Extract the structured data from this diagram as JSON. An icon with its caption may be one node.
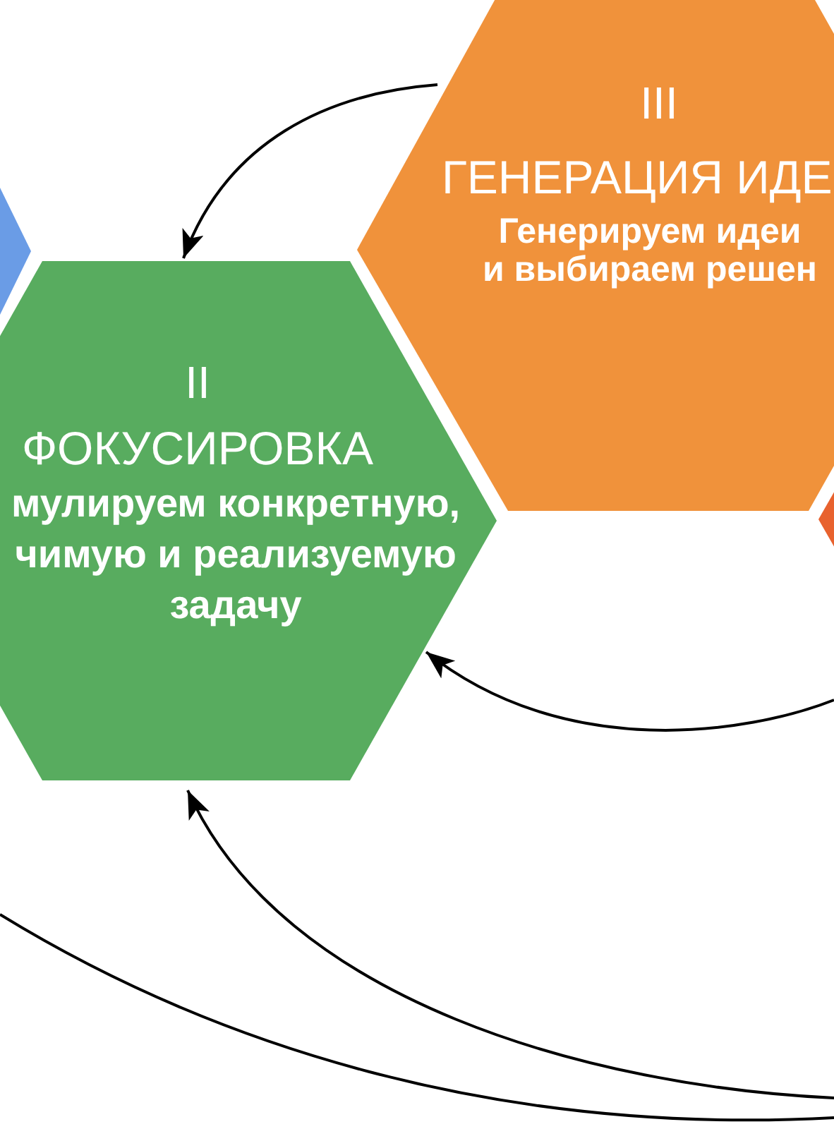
{
  "diagram": {
    "nodes": [
      {
        "text": [
          "III",
          "ГЕНЕРАЦИЯ ИДЕ",
          "Генерируем идеи и выбираем решен"
        ]
      },
      {
        "text": [],
        "shape": "hexagon"
      },
      {
        "text": [
          "II",
          "ФОКУСИРОВКА",
          "мулируем конкретную, чимую и реализуемую задачу"
        ]
      },
      {
        "text": [],
        "shape": "hexagon"
      }
    ],
    "edges": [
      {
        "from": 0,
        "to": 2,
        "arrow": "to"
      },
      {
        "from": null,
        "to": 2,
        "arrow": "to"
      },
      {
        "from": null,
        "to": 2,
        "arrow": "to"
      }
    ]
  }
}
